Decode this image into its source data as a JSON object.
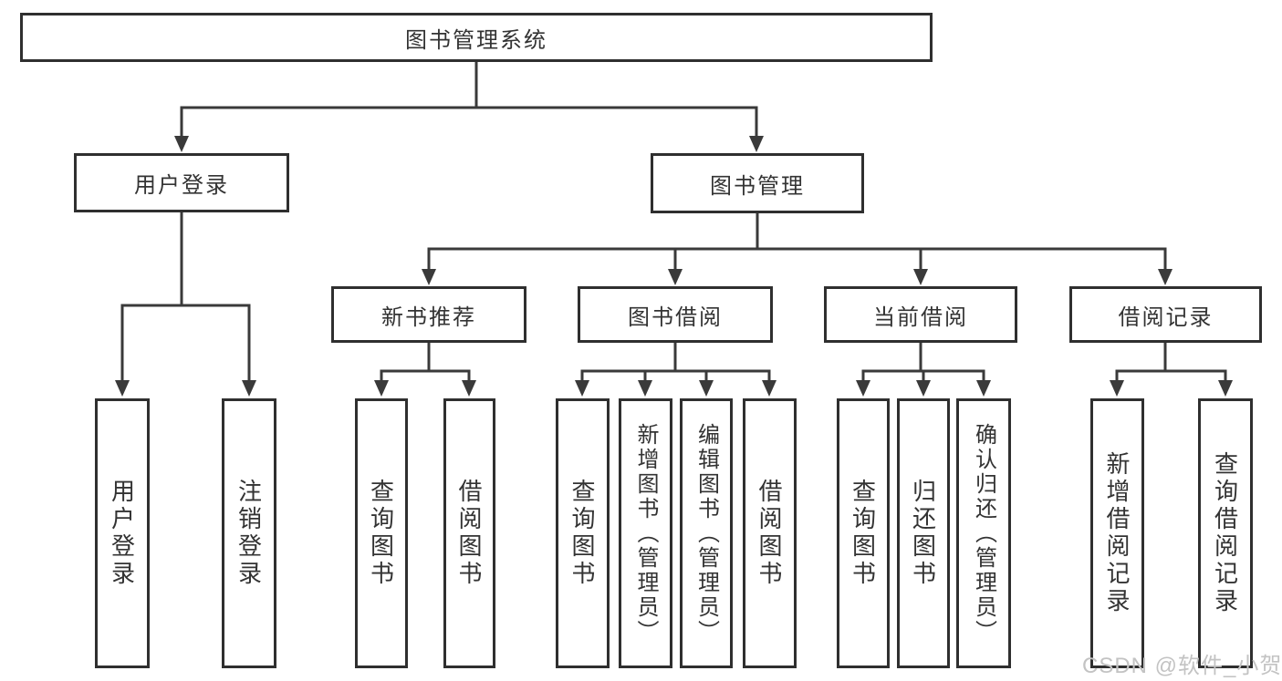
{
  "tree": {
    "root": {
      "label": "图书管理系统",
      "children": [
        {
          "label": "用户登录",
          "children": [
            {
              "label": "用户登录"
            },
            {
              "label": "注销登录"
            }
          ]
        },
        {
          "label": "图书管理",
          "children": [
            {
              "label": "新书推荐",
              "children": [
                {
                  "label": "查询图书"
                },
                {
                  "label": "借阅图书"
                }
              ]
            },
            {
              "label": "图书借阅",
              "children": [
                {
                  "label": "查询图书"
                },
                {
                  "label": "新增图书（管理员）"
                },
                {
                  "label": "编辑图书（管理员）"
                },
                {
                  "label": "借阅图书"
                }
              ]
            },
            {
              "label": "当前借阅",
              "children": [
                {
                  "label": "查询图书"
                },
                {
                  "label": "归还图书"
                },
                {
                  "label": "确认归还（管理员）"
                }
              ]
            },
            {
              "label": "借阅记录",
              "children": [
                {
                  "label": "新增借阅记录"
                },
                {
                  "label": "查询借阅记录"
                }
              ]
            }
          ]
        }
      ]
    }
  },
  "watermark": {
    "text": "CSDN @软件_小贺同学"
  },
  "colors": {
    "line": "#3a3a3a",
    "box_border": "#2f2f2f",
    "text": "#333333",
    "watermark": "#c3c3c3",
    "background": "#ffffff"
  }
}
